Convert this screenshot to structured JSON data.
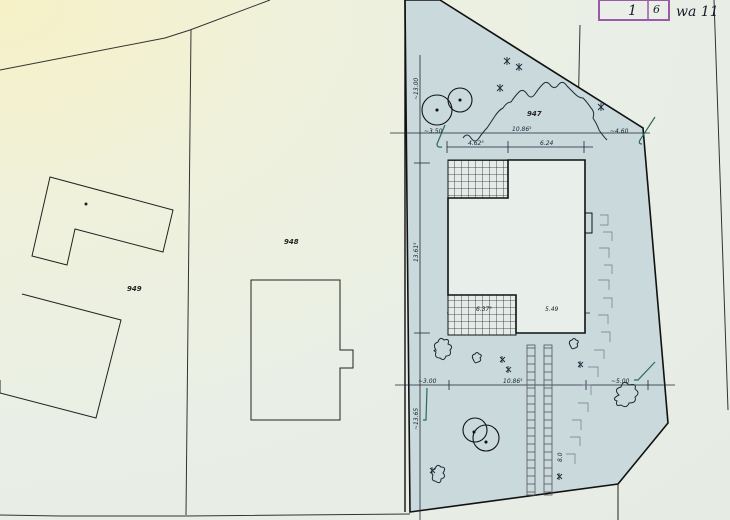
{
  "stamp": {
    "number_left": "1",
    "number_right": "6",
    "text": "wa 11",
    "border_color": "#9a5aa8"
  },
  "parcels": {
    "left": {
      "number": "949"
    },
    "middle": {
      "number": "948"
    },
    "subject": {
      "number": "947"
    }
  },
  "dimensions": {
    "top_setback_left": "~3.50",
    "top_total": "10.86⁵",
    "top_seg_left": "4.62⁵",
    "top_seg_right": "6.24",
    "top_setback_right": "~4.60",
    "north_depth": "~13.00",
    "house_depth": "13.61⁵",
    "terrace_width": "6.37⁵",
    "house_right_seg": "5.49",
    "bottom_setback_left": "~3.00",
    "bottom_total": "10.86⁵",
    "bottom_setback_right": "~5.00",
    "south_depth": "~13.65",
    "path_length": "8.0"
  },
  "colors": {
    "plot_fill": "#c9d9dc",
    "line": "#111111",
    "annotation_green": "#2a6a5a"
  }
}
